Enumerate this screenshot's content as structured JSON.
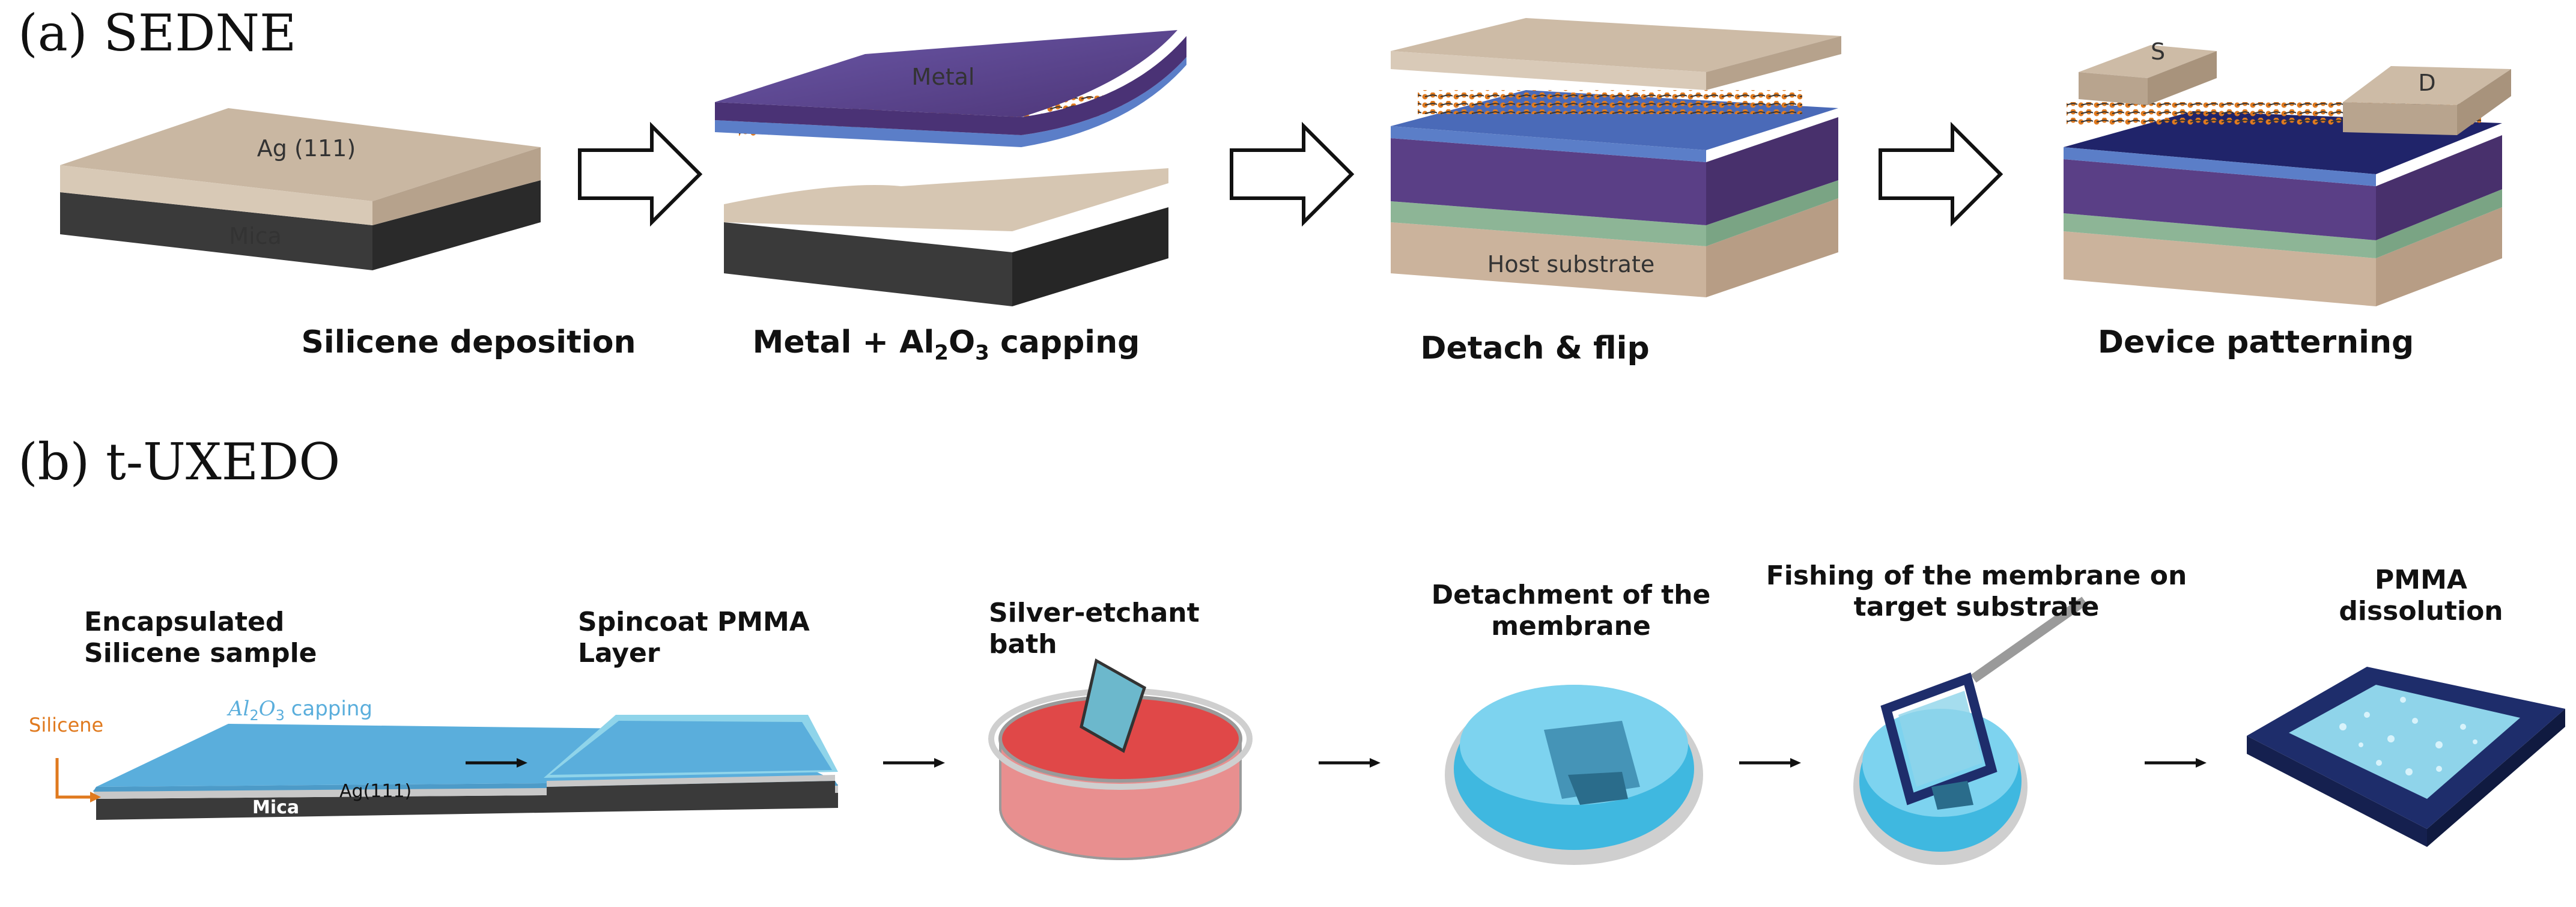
{
  "panel_a": {
    "title": "(a) SEDNE",
    "steps": [
      {
        "caption": "Silicene deposition",
        "layers": [
          "Ag (111)",
          "Mica"
        ]
      },
      {
        "caption_main": "Metal + Al",
        "caption_sub1": "2",
        "caption_mid": "O",
        "caption_sub2": "3",
        "caption_end": " capping",
        "layers": [
          "Metal"
        ]
      },
      {
        "caption": "Detach & flip",
        "layers": [
          "Host substrate"
        ]
      },
      {
        "caption": "Device patterning",
        "contacts": [
          "S",
          "D"
        ]
      }
    ]
  },
  "panel_b": {
    "title": "(b) t-UXEDO",
    "steps": [
      {
        "caption_lines": [
          "Encapsulated",
          "Silicene sample"
        ],
        "labels": {
          "silicene": "Silicene",
          "capping_main": "Al",
          "capping_sub1": "2",
          "capping_mid": "O",
          "capping_sub2": "3",
          "capping_end": " capping",
          "ag": "Ag(111)",
          "mica": "Mica"
        }
      },
      {
        "caption_lines": [
          "Spincoat PMMA",
          "Layer"
        ]
      },
      {
        "caption_lines": [
          "Silver-etchant",
          "bath"
        ]
      },
      {
        "caption_lines": [
          "Detachment of the",
          "membrane"
        ]
      },
      {
        "caption_lines": [
          "Fishing of the membrane on",
          "target substrate"
        ]
      },
      {
        "caption_lines": [
          "PMMA",
          "dissolution"
        ]
      }
    ]
  },
  "colors": {
    "ag": "#c9b7a2",
    "mica": "#3e3e3e",
    "metal": "#5a3f86",
    "al2o3": "#5b7ec8",
    "host_green": "#8db596",
    "host": "#c9b39c",
    "silicene": "#e07a1f",
    "capping_blue": "#5aaedc",
    "etchant_red": "#e04848",
    "water_blue": "#3fb8e0",
    "navy": "#1e2d6b"
  }
}
